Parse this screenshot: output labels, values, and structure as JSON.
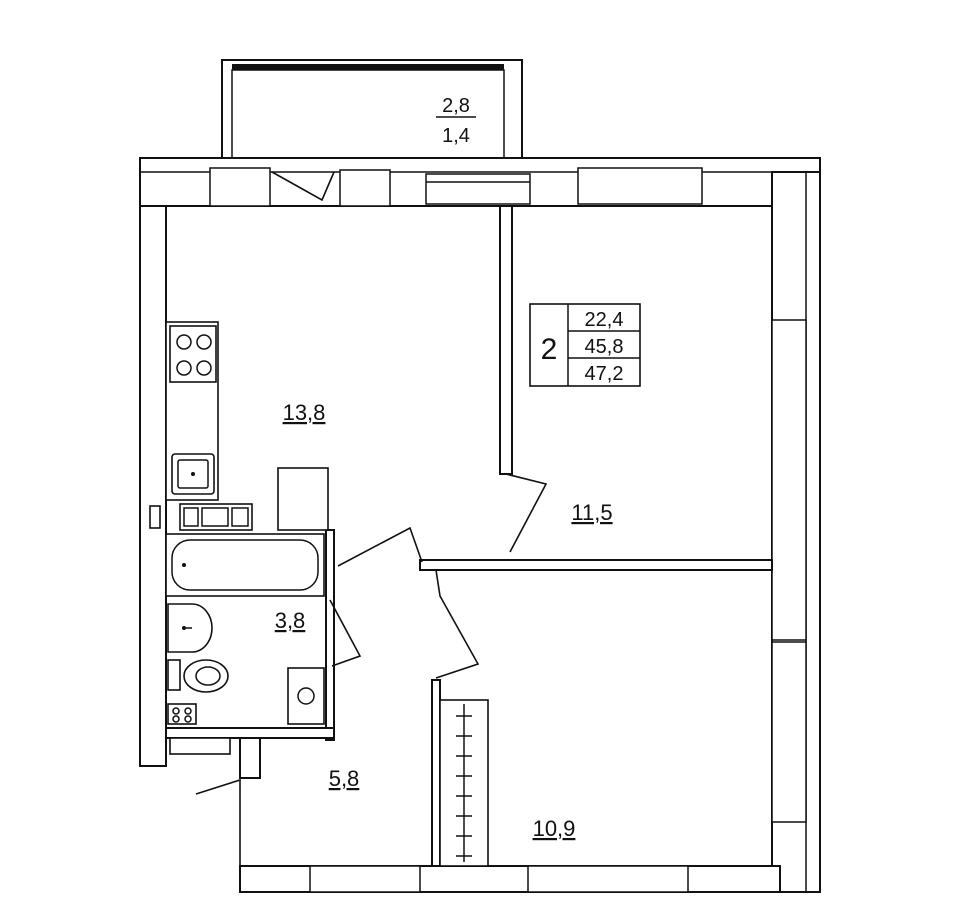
{
  "apartment": {
    "rooms_count": "2",
    "living_area": "22,4",
    "total_area_no_balcony": "45,8",
    "total_area": "47,2"
  },
  "rooms": {
    "kitchen_living": "13,8",
    "bedroom": "11,5",
    "bedroom2": "10,9",
    "bathroom": "3,8",
    "hallway": "5,8"
  },
  "balcony": {
    "area": "2,8",
    "reduced_area": "1,4"
  }
}
